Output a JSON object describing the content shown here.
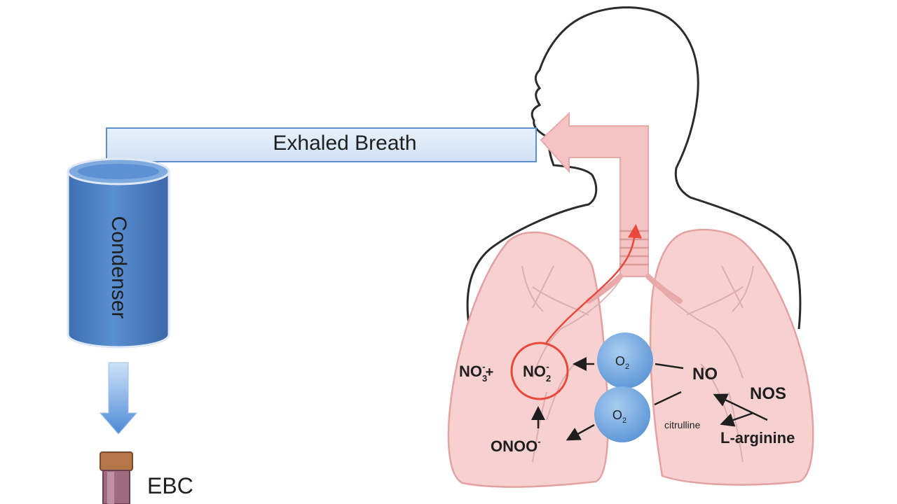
{
  "labels": {
    "exhaled_breath": "Exhaled Breath",
    "condenser": "Condenser",
    "ebc": "EBC",
    "no3": "NO",
    "no3_sub": "3",
    "no3_sup": "-",
    "plus": "+",
    "no2": "NO",
    "no2_sub": "2",
    "no2_sup": "-",
    "o2_top": "O",
    "o2_top_sub": "2",
    "o2_bottom": "O",
    "o2_bottom_sub": "2",
    "no": "NO",
    "nos": "NOS",
    "citrulline": "citrulline",
    "l_arginine": "L-arginine",
    "onoo": "ONOO",
    "onoo_sup": "-"
  },
  "colors": {
    "tube_fill": "#d6e6f8",
    "tube_stroke": "#5b8fd0",
    "condenser": "#4a7fc4",
    "lung_fill": "#f6cdcd",
    "lung_stroke": "#e3a1a1",
    "red_arrow": "#e8493a",
    "o2_bubble": "#7aaee0"
  }
}
